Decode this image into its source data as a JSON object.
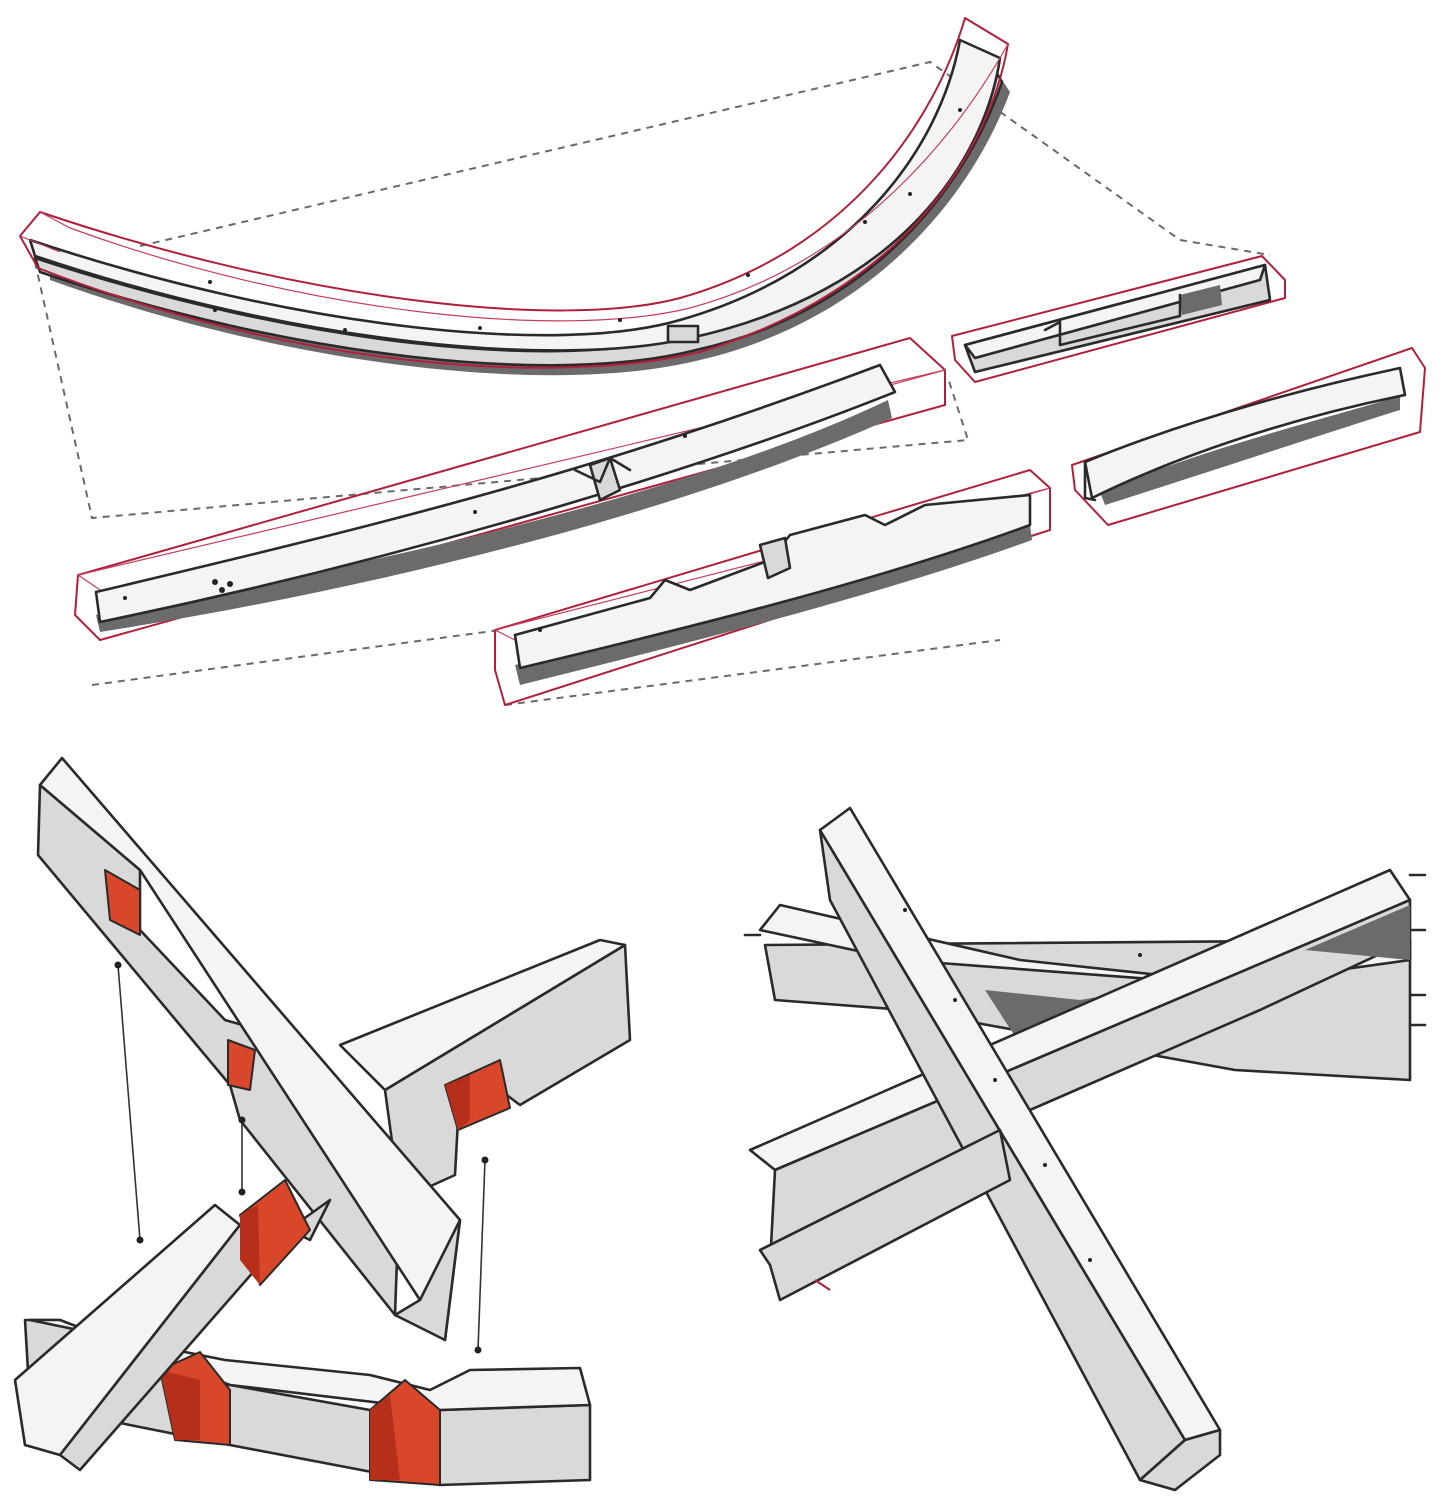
{
  "figure": {
    "description_free": true,
    "colors": {
      "stock_outline": "#b0203a",
      "joint_cut": "#d9472b",
      "wood_face": "#f4f4f4",
      "wood_side": "#d9d9d9",
      "shadow": "#6b6b6b",
      "ink": "#2a2a2a"
    },
    "panels": [
      "parts-layout",
      "exploded-joint",
      "assembled-joint"
    ]
  }
}
